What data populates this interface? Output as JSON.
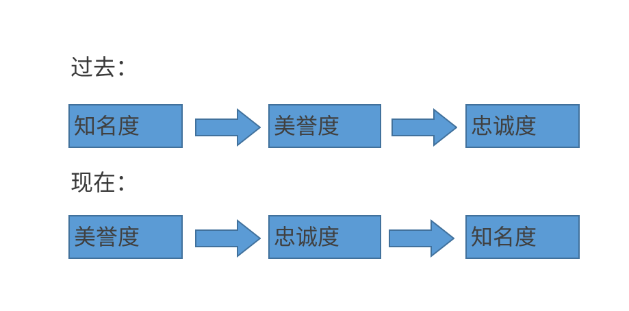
{
  "diagram": {
    "background_color": "#ffffff",
    "box_fill_color": "#5B9BD5",
    "box_border_color": "#41719C",
    "arrow_fill_color": "#5B9BD5",
    "arrow_border_color": "#41719C",
    "text_color": "#404040",
    "rows": [
      {
        "label": "过去：",
        "nodes": [
          {
            "text": "知名度"
          },
          {
            "text": "美誉度"
          },
          {
            "text": "忠诚度"
          }
        ],
        "connectors": [
          {
            "icon": "right-arrow-icon"
          },
          {
            "icon": "right-arrow-icon"
          }
        ]
      },
      {
        "label": "现在：",
        "nodes": [
          {
            "text": "美誉度"
          },
          {
            "text": "忠诚度"
          },
          {
            "text": "知名度"
          }
        ],
        "connectors": [
          {
            "icon": "right-arrow-icon"
          },
          {
            "icon": "right-arrow-icon"
          }
        ]
      }
    ]
  }
}
